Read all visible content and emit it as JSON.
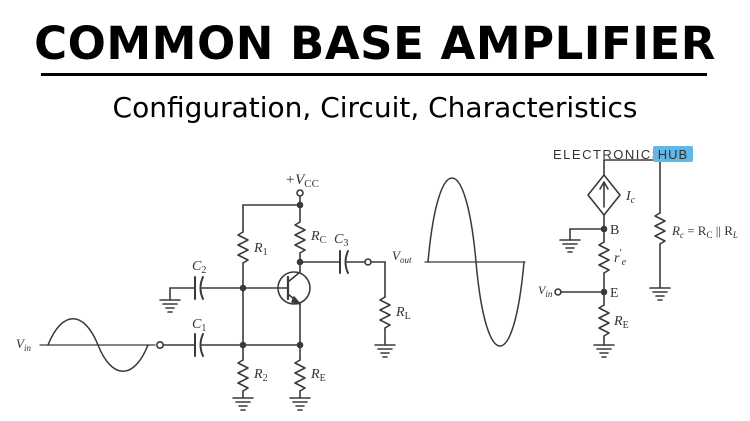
{
  "header": {
    "title": "COMMON BASE AMPLIFIER",
    "subtitle": "Configuration, Circuit, Characteristics"
  },
  "watermark": {
    "brand": "ELECTRONICS",
    "badge": "HUB",
    "brand_color": "#5b6b7a",
    "badge_color": "#5fb8e8"
  },
  "circuit": {
    "vcc": "+V",
    "vcc_sub": "CC",
    "r1": "R",
    "r1_sub": "1",
    "r2": "R",
    "r2_sub": "2",
    "rc": "R",
    "rc_sub": "C",
    "re": "R",
    "re_sub": "E",
    "c1": "C",
    "c1_sub": "1",
    "c2": "C",
    "c2_sub": "2",
    "c3": "C",
    "c3_sub": "3",
    "rl": "R",
    "rl_sub": "L",
    "vin": "V",
    "vin_sub": "in",
    "vout": "V",
    "vout_sub": "out"
  },
  "equivalent": {
    "ic": "I",
    "ic_sub": "c",
    "node_b": "B",
    "node_e": "E",
    "re_small": "r",
    "re_small_sub": "e",
    "re_small_prime": "′",
    "vin": "V",
    "vin_sub": "in",
    "re": "R",
    "re_sub": "E",
    "rc_formula_left": "R",
    "rc_formula_left_sub": "c",
    "rc_formula_eq": " = R",
    "rc_formula_mid_sub": "C",
    "rc_formula_par": " || R",
    "rc_formula_right_sub": "L"
  }
}
